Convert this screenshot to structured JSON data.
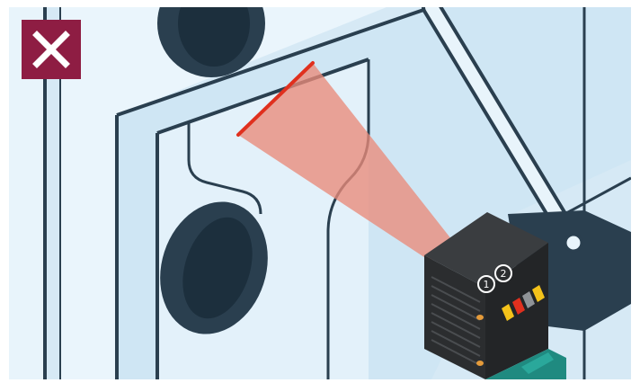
{
  "scene": {
    "alt_label": "",
    "status": "incorrect",
    "status_icon": "close-icon",
    "badge_labels": [
      "1",
      "2"
    ]
  },
  "colors": {
    "background": "#d6e9f5",
    "panel_light": "#e8f4fb",
    "panel_mid": "#b7d8ec",
    "outline": "#2a3f4f",
    "hole": "#1c2f3d",
    "beam": "#e98b7a",
    "laser": "#e0301e",
    "status_badge": "#8e1d43",
    "sensor_body": "#2b2d2f",
    "connector": "#1f8a80",
    "led_yellow": "#f4c21a",
    "led_red": "#e0301e",
    "led_gray": "#8f9397"
  }
}
